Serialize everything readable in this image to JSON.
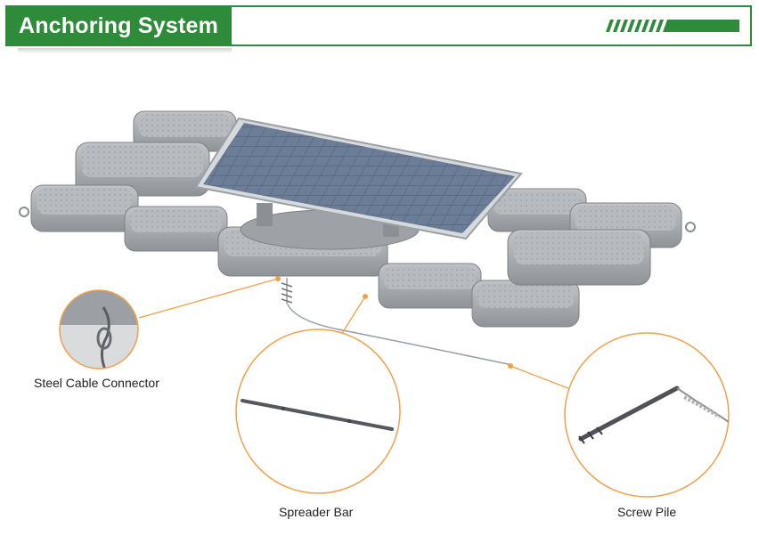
{
  "header": {
    "title": "Anchoring System",
    "accent_color": "#2e8b3a"
  },
  "callouts": [
    {
      "label": "Steel Cable Connector",
      "icon": "cable-connector-icon"
    },
    {
      "label": "Spreader Bar",
      "icon": "spreader-bar-icon"
    },
    {
      "label": "Screw Pile",
      "icon": "screw-pile-icon"
    }
  ],
  "colors": {
    "leader_line": "#f0a04b",
    "float_body": "#a9adb1",
    "solar_cell": "#5b6d86"
  }
}
